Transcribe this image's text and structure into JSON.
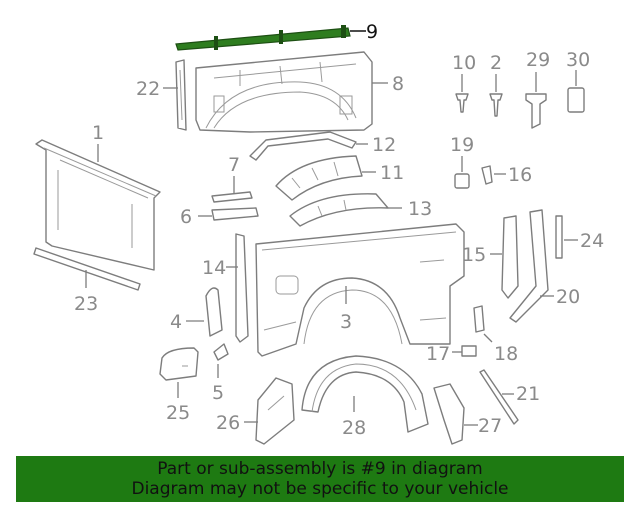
{
  "highlight_color": "#2e7d1f",
  "banner_color": "#1e7a12",
  "callouts": {
    "c1": "1",
    "c2": "2",
    "c3": "3",
    "c4": "4",
    "c5": "5",
    "c6": "6",
    "c7": "7",
    "c8": "8",
    "c9": "9",
    "c10": "10",
    "c11": "11",
    "c12": "12",
    "c13": "13",
    "c14": "14",
    "c15": "15",
    "c16": "16",
    "c17": "17",
    "c18": "18",
    "c19": "19",
    "c20": "20",
    "c21": "21",
    "c22": "22",
    "c23": "23",
    "c24": "24",
    "c25": "25",
    "c26": "26",
    "c27": "27",
    "c28": "28",
    "c29": "29",
    "c30": "30"
  },
  "banner": {
    "line1": "Part or sub-assembly is #9 in diagram",
    "line2": "Diagram may not be specific to your vehicle"
  }
}
